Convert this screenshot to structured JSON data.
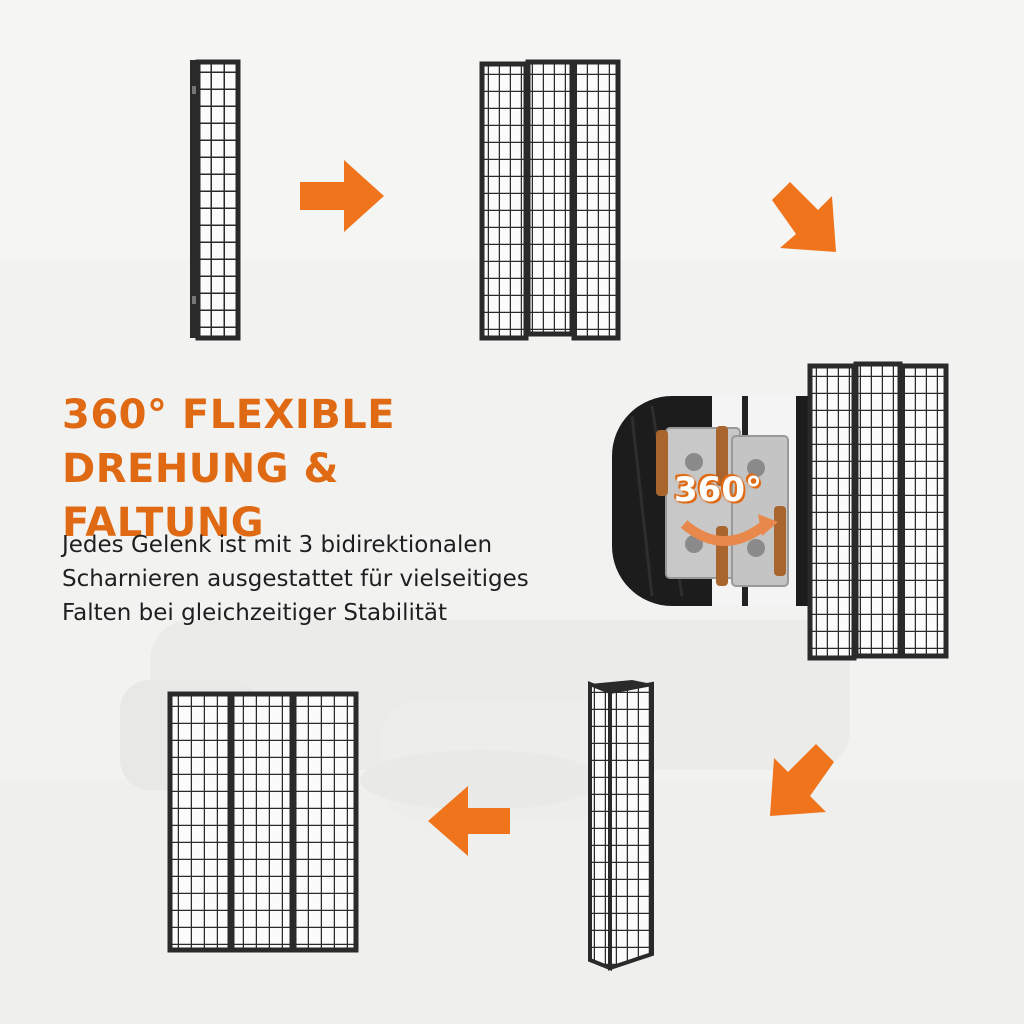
{
  "headline": {
    "line1": "360° FLEXIBLE DREHUNG &",
    "line2": "FALTUNG"
  },
  "description": {
    "line1": "Jedes Gelenk ist mit 3 bidirektionalen",
    "line2": "Scharnieren ausgestattet für vielseitiges",
    "line3": "Falten bei gleichzeitiger Stabilität"
  },
  "hinge_badge": "360°",
  "colors": {
    "accent": "#e06a14",
    "arrow": "#f0741c",
    "frame": "#2a2a2a",
    "paper": "#fbfbfb",
    "background": "#f1f1f0"
  },
  "icons": [
    "arrow-right-icon",
    "arrow-down-right-icon",
    "arrow-down-left-icon",
    "arrow-left-icon",
    "rotate-360-icon"
  ]
}
